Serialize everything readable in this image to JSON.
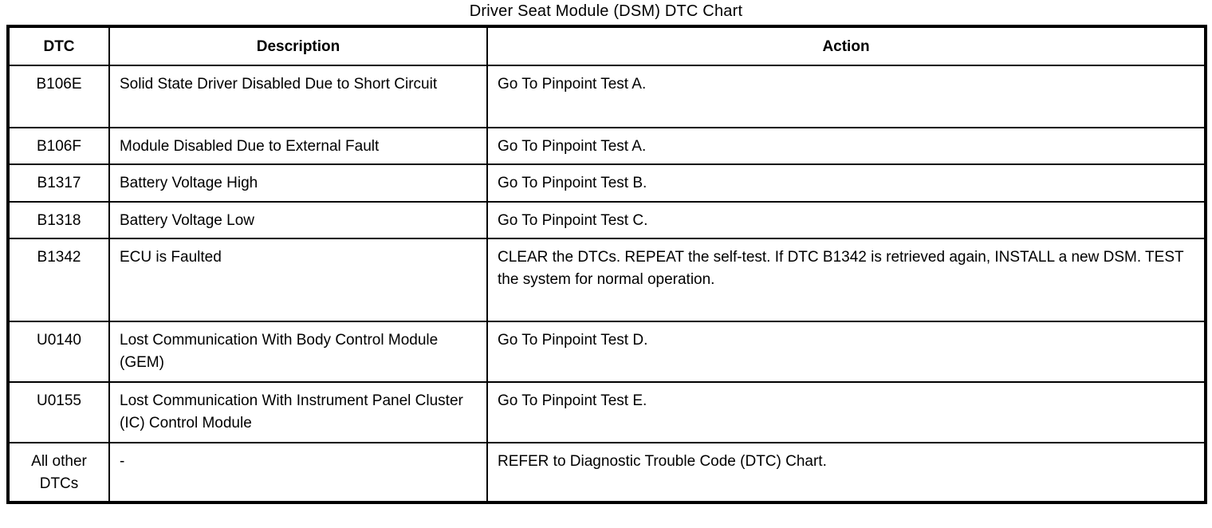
{
  "title": "Driver Seat Module (DSM) DTC Chart",
  "table": {
    "columns": [
      "DTC",
      "Description",
      "Action"
    ],
    "rows": [
      {
        "dtc": "B106E",
        "description": "Solid State Driver Disabled Due to Short Circuit",
        "action": "Go To Pinpoint Test A."
      },
      {
        "dtc": "B106F",
        "description": "Module Disabled Due to External Fault",
        "action": "Go To Pinpoint Test A."
      },
      {
        "dtc": "B1317",
        "description": "Battery Voltage High",
        "action": "Go To Pinpoint Test B."
      },
      {
        "dtc": "B1318",
        "description": "Battery Voltage Low",
        "action": "Go To Pinpoint Test C."
      },
      {
        "dtc": "B1342",
        "description": "ECU is Faulted",
        "action": "CLEAR the DTCs. REPEAT the self-test. If DTC B1342 is retrieved again, INSTALL a new DSM. TEST the system for normal operation."
      },
      {
        "dtc": "U0140",
        "description": "Lost Communication With Body Control Module (GEM)",
        "action": "Go To Pinpoint Test D."
      },
      {
        "dtc": "U0155",
        "description": "Lost Communication With Instrument Panel Cluster (IC) Control Module",
        "action": "Go To Pinpoint Test E."
      },
      {
        "dtc": "All other DTCs",
        "description": "-",
        "action": "REFER to Diagnostic Trouble Code (DTC) Chart."
      }
    ]
  },
  "colors": {
    "border": "#000000",
    "background": "#ffffff",
    "text": "#000000"
  }
}
